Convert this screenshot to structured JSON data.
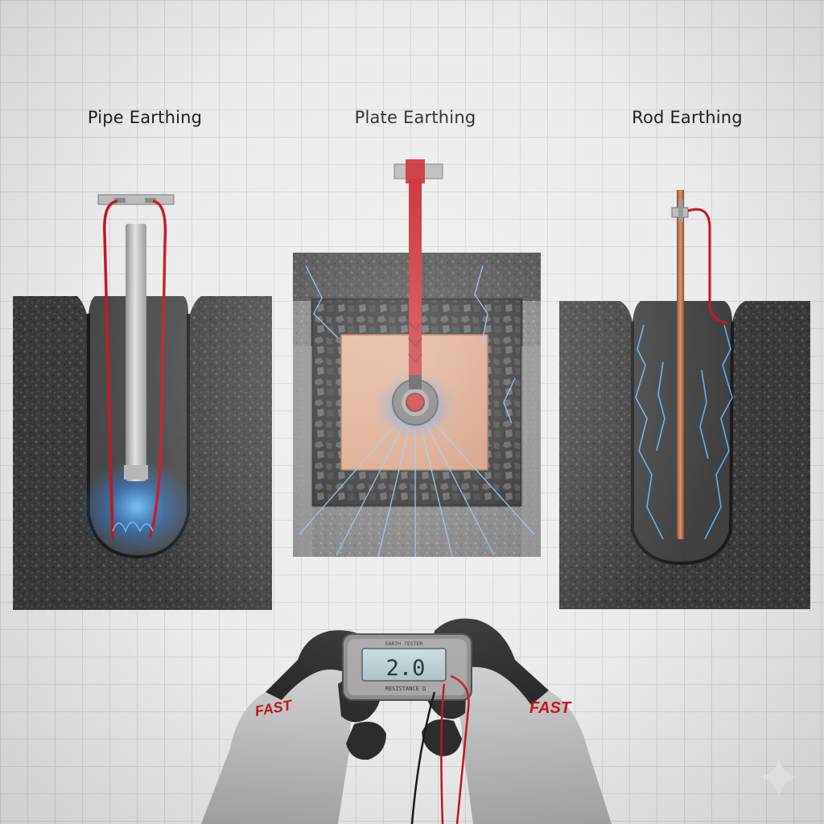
{
  "panels": [
    {
      "id": "pipe",
      "title": "Pipe Earthing"
    },
    {
      "id": "plate",
      "title": "Plate Earthing"
    },
    {
      "id": "rod",
      "title": "Rod Earthing"
    }
  ],
  "meter": {
    "header": "EARTH TESTER",
    "reading": "2.0",
    "subtext": "RESISTANCE Ω"
  },
  "gloves": {
    "brand": "FAST"
  },
  "colors": {
    "soil": "#3a3a3a",
    "wire": "#c4161c",
    "copper": "#d9a07e",
    "glow": "#4aa8ff"
  },
  "icons": {
    "corner": "sparkle-icon"
  }
}
